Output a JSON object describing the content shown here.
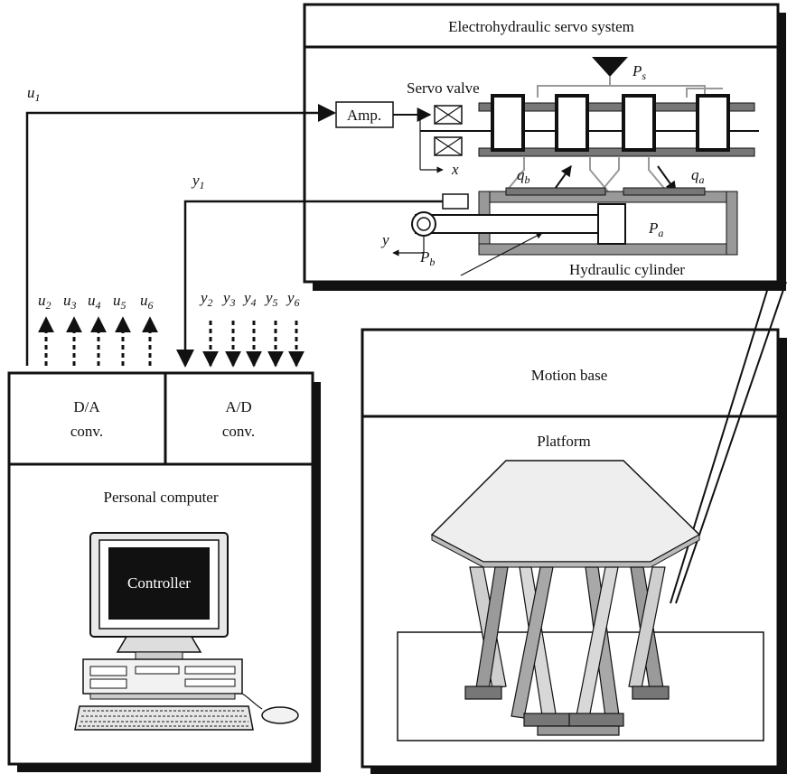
{
  "servo_panel": {
    "title": "Electrohydraulic servo system"
  },
  "servo": {
    "amp_label": "Amp.",
    "valve_label": "Servo valve",
    "ps_label": "P",
    "ps_sub": "s",
    "qb_label": "q",
    "qb_sub": "b",
    "qa_label": "q",
    "qa_sub": "a",
    "pa_label": "P",
    "pa_sub": "a",
    "pb_label": "P",
    "pb_sub": "b",
    "x_label": "x",
    "y_label": "y",
    "cylinder_label": "Hydraulic cylinder"
  },
  "signals": {
    "u1": {
      "main": "u",
      "sub": "1"
    },
    "y1": {
      "main": "y",
      "sub": "1"
    },
    "u_group": [
      {
        "main": "u",
        "sub": "2"
      },
      {
        "main": "u",
        "sub": "3"
      },
      {
        "main": "u",
        "sub": "4"
      },
      {
        "main": "u",
        "sub": "5"
      },
      {
        "main": "u",
        "sub": "6"
      }
    ],
    "y_group": [
      {
        "main": "y",
        "sub": "2"
      },
      {
        "main": "y",
        "sub": "3"
      },
      {
        "main": "y",
        "sub": "4"
      },
      {
        "main": "y",
        "sub": "5"
      },
      {
        "main": "y",
        "sub": "6"
      }
    ]
  },
  "computer": {
    "da_line1": "D/A",
    "da_line2": "conv.",
    "ad_line1": "A/D",
    "ad_line2": "conv.",
    "title": "Personal computer",
    "screen_label": "Controller"
  },
  "motion": {
    "title": "Motion base",
    "platform_label": "Platform"
  }
}
